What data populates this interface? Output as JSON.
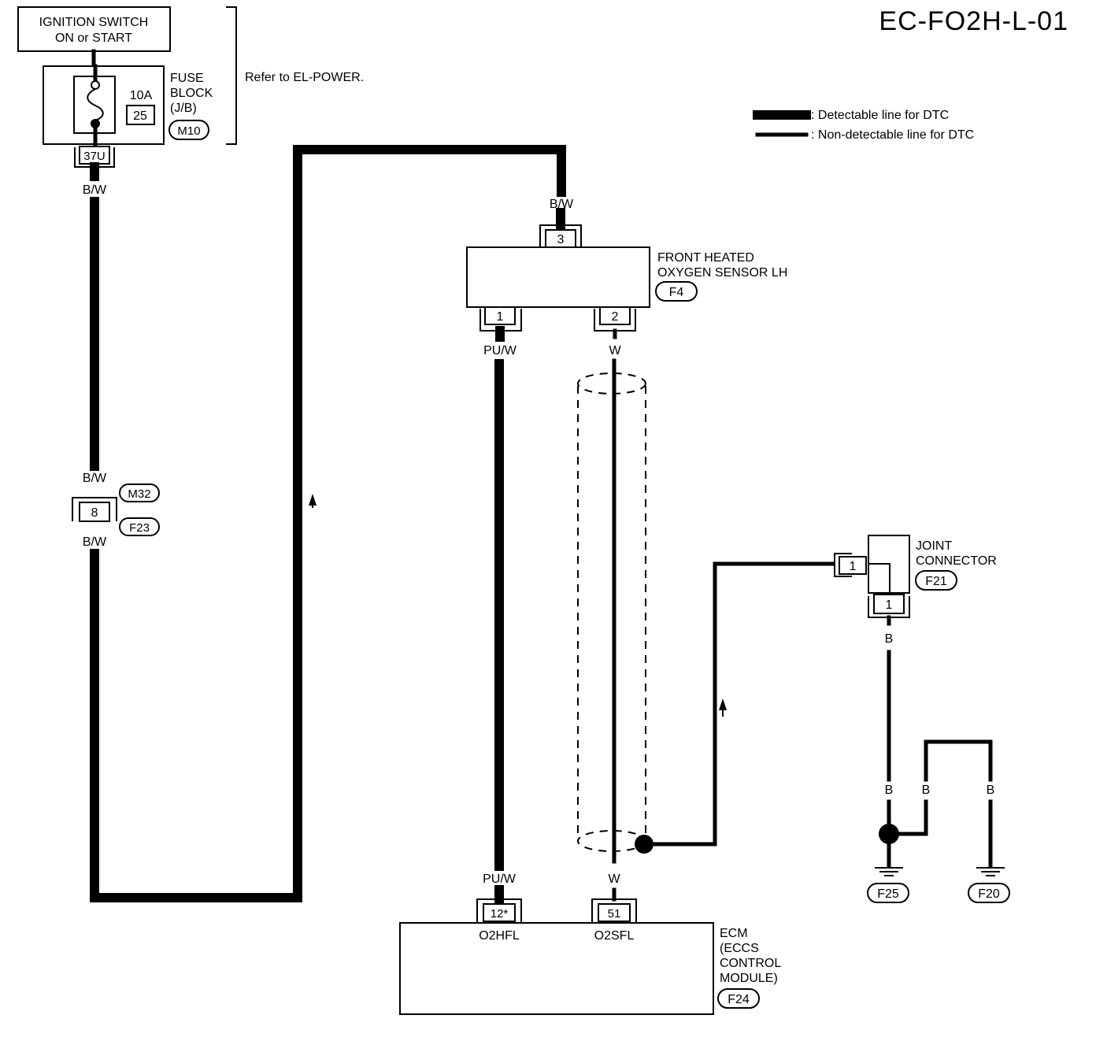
{
  "diagram_code": "EC-FO2H-L-01",
  "legend": {
    "detectable": ": Detectable line for DTC",
    "non_detectable": ": Non-detectable line for DTC"
  },
  "ignition_switch": {
    "line1": "IGNITION SWITCH",
    "line2": "ON or START"
  },
  "fuse_block": {
    "amp": "10A",
    "fuse_number": "25",
    "label_line1": "FUSE",
    "label_line2": "BLOCK",
    "label_line3": "(J/B)",
    "connector_id": "M10",
    "terminal": "37U",
    "refer_note": "Refer to EL-POWER."
  },
  "harness_connector": {
    "upper_id": "M32",
    "lower_id": "F23",
    "pin": "8"
  },
  "oxygen_sensor": {
    "label_line1": "FRONT HEATED",
    "label_line2": "OXYGEN SENSOR LH",
    "connector_id": "F4",
    "pin_power": "3",
    "pin_heater": "1",
    "pin_signal": "2"
  },
  "joint_connector": {
    "label_line1": "JOINT",
    "label_line2": "CONNECTOR",
    "connector_id": "F21",
    "pin_side": "1",
    "pin_bottom": "1"
  },
  "ecm": {
    "label_line1": "ECM",
    "label_line2": "(ECCS",
    "label_line3": "CONTROL",
    "label_line4": "MODULE)",
    "connector_id": "F24",
    "pin_heater": "12*",
    "pin_heater_name": "O2HFL",
    "pin_signal": "51",
    "pin_signal_name": "O2SFL"
  },
  "wire_colors": {
    "bw": "B/W",
    "puw": "PU/W",
    "w": "W",
    "b": "B"
  },
  "grounds": {
    "left": "F25",
    "right": "F20"
  }
}
